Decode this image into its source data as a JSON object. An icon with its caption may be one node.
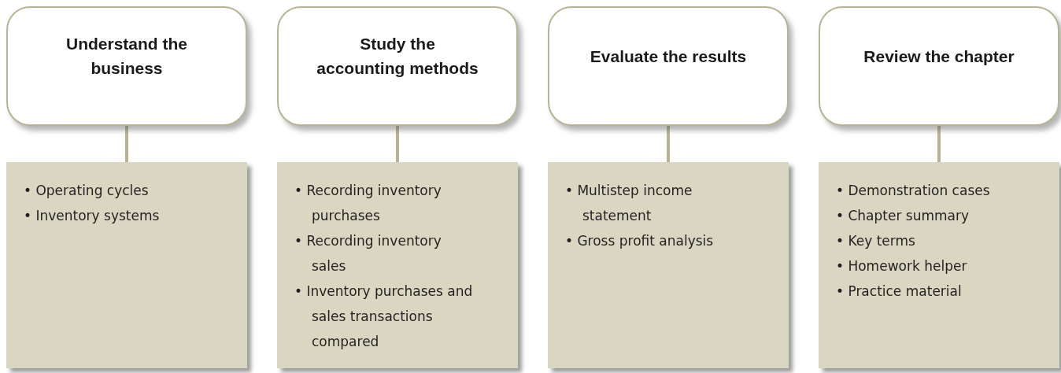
{
  "diagram": {
    "nodes": [
      {
        "text": [
          "Understand the business"
        ]
      },
      {
        "text": [
          "• Operating cycles",
          "• Inventory systems"
        ]
      },
      {
        "text": [
          "Study the accounting methods"
        ]
      },
      {
        "text": [
          "• Recording inventory purchases",
          "• Recording inventory sales",
          "• Inventory purchases and sales transactions compared"
        ]
      },
      {
        "text": [
          "Evaluate the results"
        ]
      },
      {
        "text": [
          "• Multistep income statement",
          "• Gross profit analysis"
        ]
      },
      {
        "text": [
          "Review the chapter"
        ]
      },
      {
        "text": [
          "• Demonstration cases",
          "• Chapter summary",
          "• Key terms",
          "• Homework helper",
          "• Practice material"
        ]
      }
    ],
    "edges": [
      {
        "from": 0,
        "to": 1,
        "arrow": "none"
      },
      {
        "from": 2,
        "to": 3,
        "arrow": "none"
      },
      {
        "from": 4,
        "to": 5,
        "arrow": "none"
      },
      {
        "from": 6,
        "to": 7,
        "arrow": "none"
      }
    ]
  }
}
